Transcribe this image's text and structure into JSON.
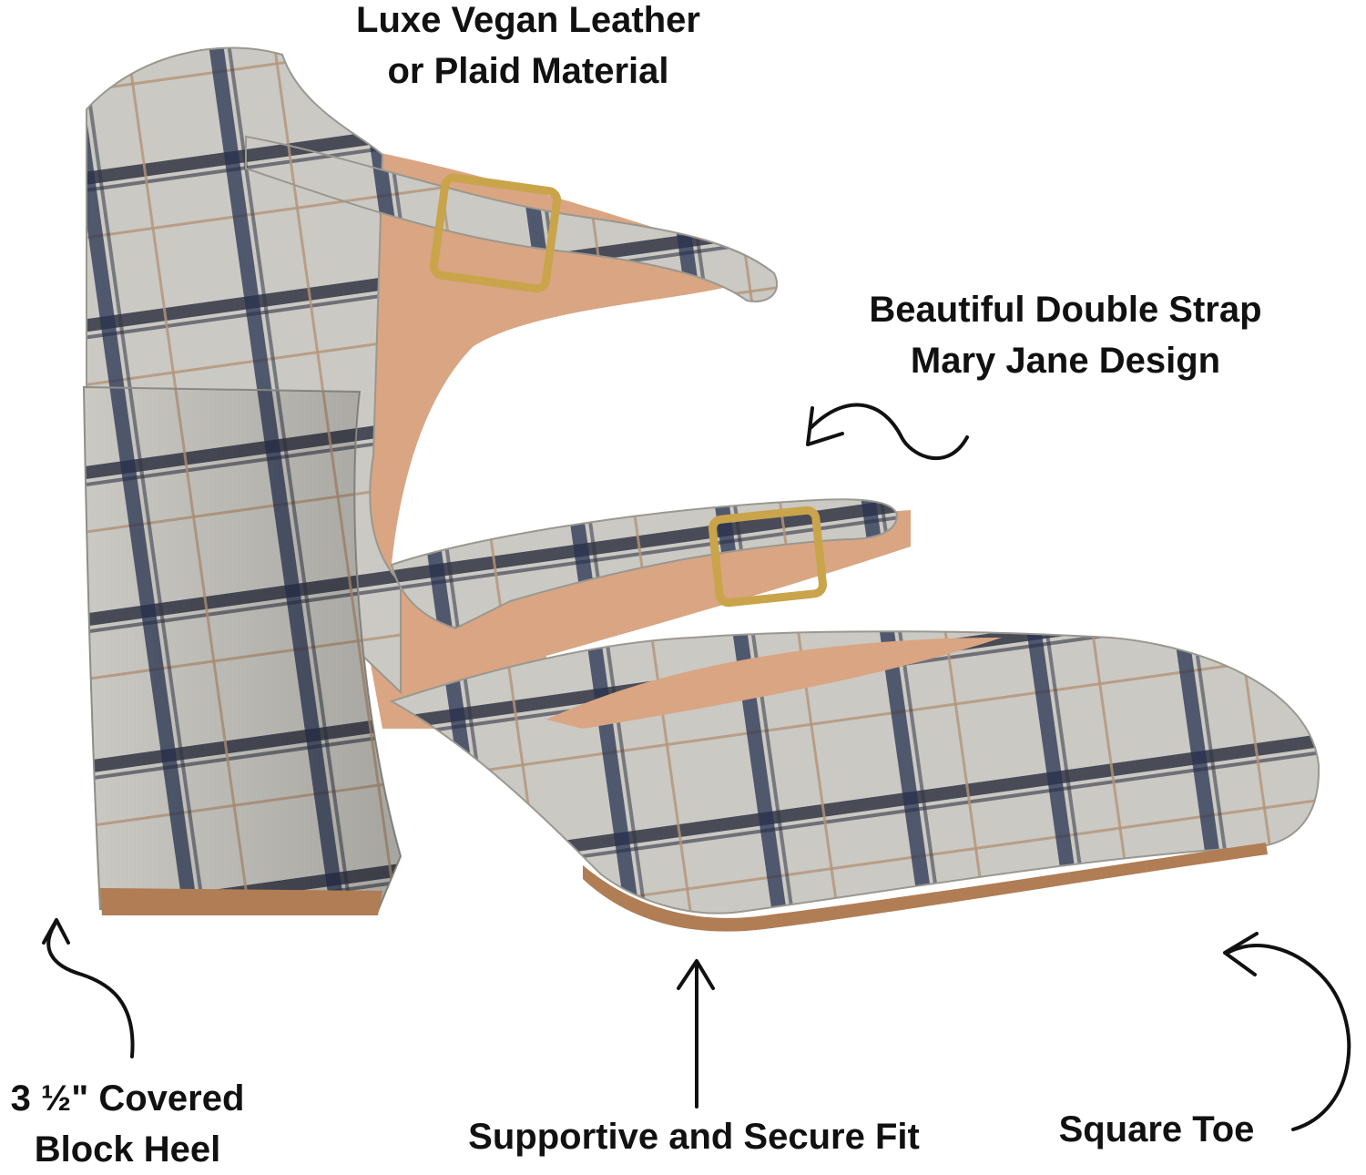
{
  "callouts": {
    "material": {
      "line1": "Luxe Vegan Leather",
      "line2": "or Plaid Material"
    },
    "strap": {
      "line1": "Beautiful Double Strap",
      "line2": "Mary Jane Design"
    },
    "heel": {
      "line1": "3 ½\" Covered",
      "line2": "Block Heel"
    },
    "fit": {
      "line1": "Supportive and Secure Fit"
    },
    "toe": {
      "line1": "Square Toe"
    }
  },
  "colors": {
    "plaid_base": "#c9c8c2",
    "plaid_dark": "#2a2d3e",
    "plaid_navy": "#1f2a4a",
    "plaid_tan": "#b89577",
    "lining": "#d9a582",
    "sole": "#b07d55",
    "buckle": "#c9a44a",
    "ink": "#111111"
  }
}
